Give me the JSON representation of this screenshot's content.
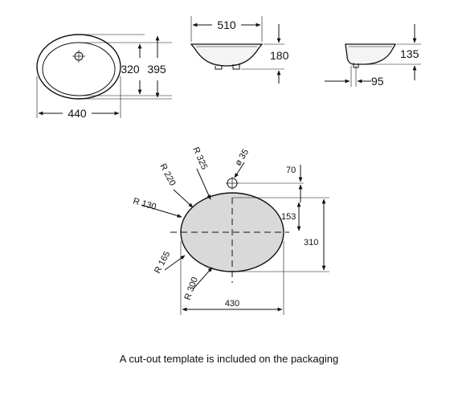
{
  "top_view": {
    "inner_width": "320",
    "outer_width": "395",
    "length": "440"
  },
  "side_view": {
    "width": "510",
    "height": "180"
  },
  "end_view": {
    "height": "135",
    "depth": "95"
  },
  "template": {
    "r325": "R 325",
    "r220": "R 220",
    "r130": "R 130",
    "r165": "R 165",
    "r300": "R 300",
    "hole": "ø 35",
    "offset_70": "70",
    "half_153": "153",
    "height_310": "310",
    "width_430": "430"
  },
  "caption": "A cut-out template is included on the packaging",
  "colors": {
    "line": "#111111",
    "fill": "#d9d9d9",
    "basin": "#f4f4f4"
  }
}
